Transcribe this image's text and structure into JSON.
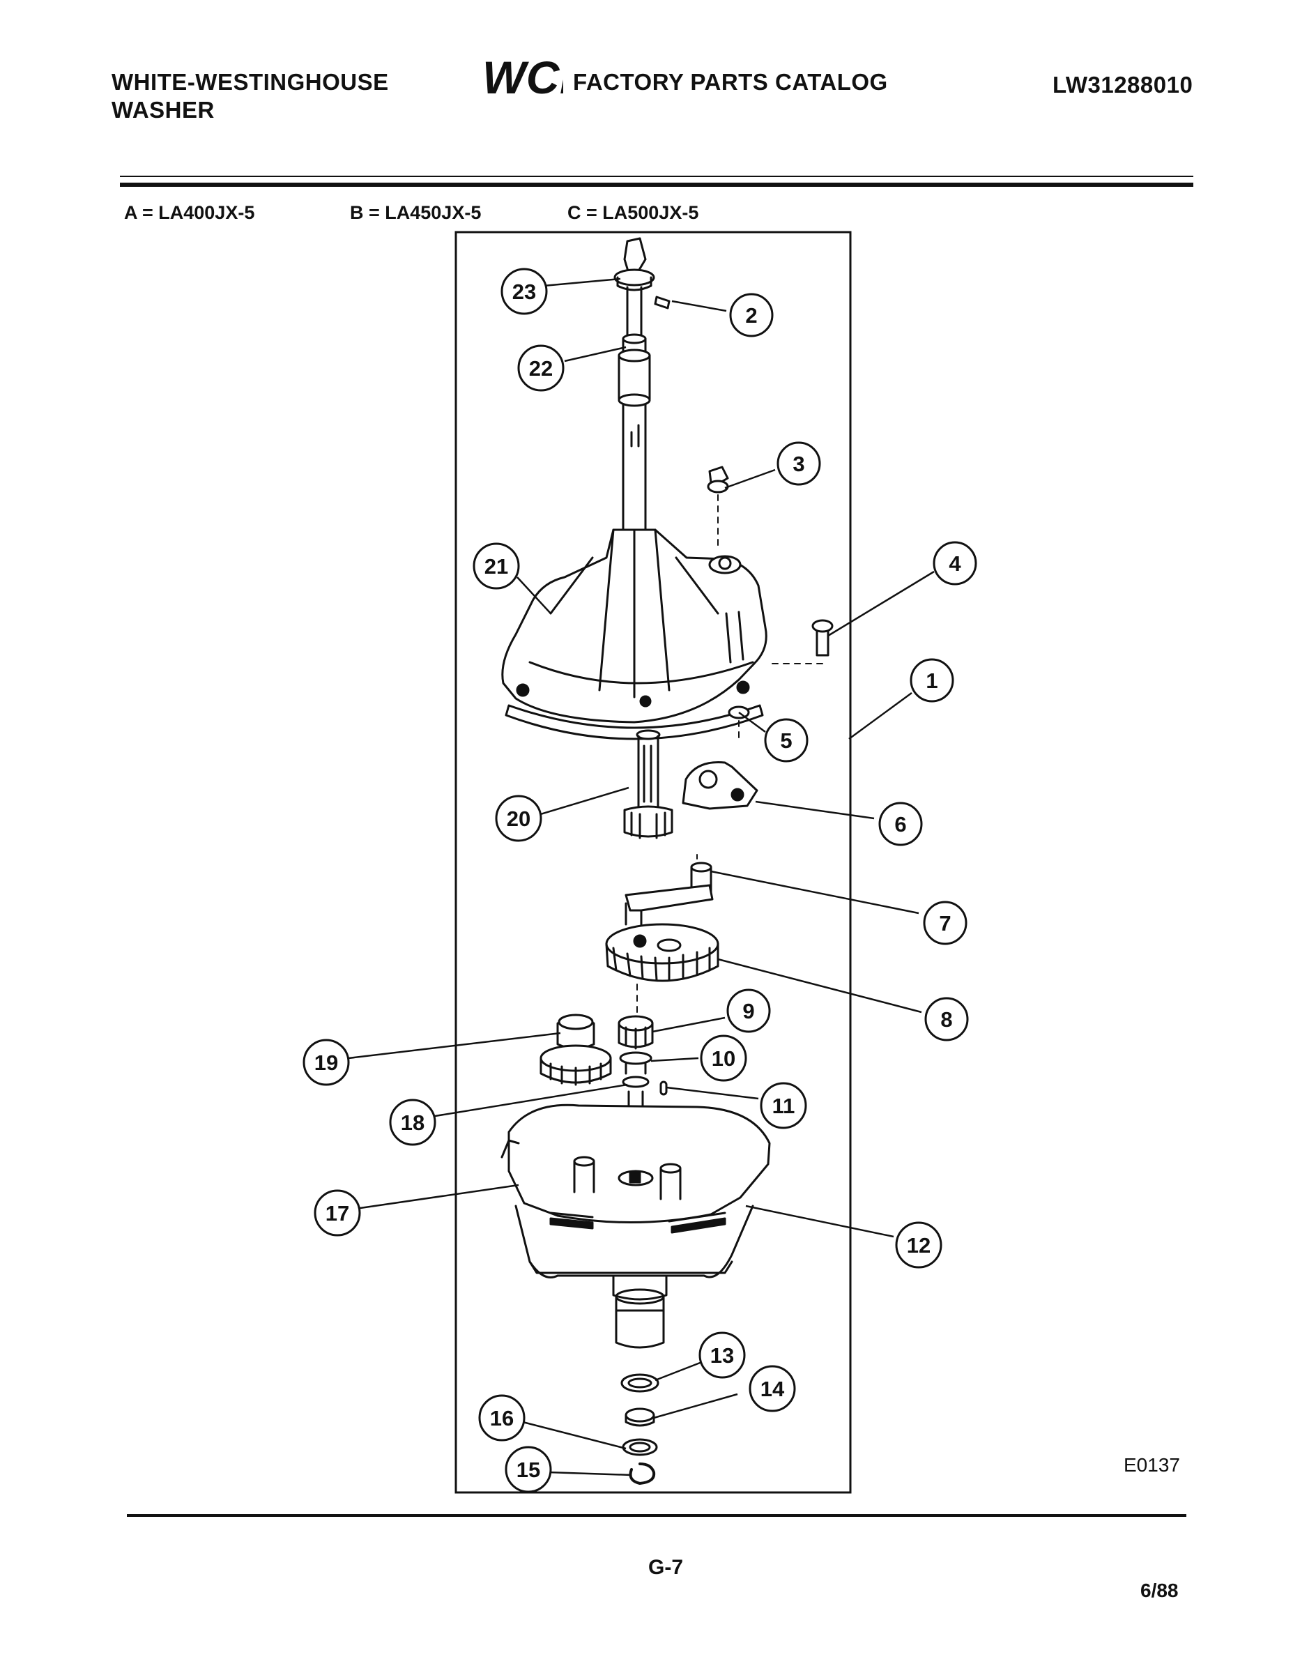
{
  "header": {
    "brand_line1": "WHITE-WESTINGHOUSE",
    "brand_line2": "WASHER",
    "logo_text": "WCI",
    "catalog_title": "FACTORY PARTS CATALOG",
    "catalog_number": "LW31288010"
  },
  "models": {
    "a": "A = LA400JX-5",
    "b": "B = LA450JX-5",
    "c": "C = LA500JX-5"
  },
  "callouts": [
    {
      "label": "1",
      "part_number": 1
    },
    {
      "label": "2",
      "part_number": 2
    },
    {
      "label": "3",
      "part_number": 3
    },
    {
      "label": "4",
      "part_number": 4
    },
    {
      "label": "5",
      "part_number": 5
    },
    {
      "label": "6",
      "part_number": 6
    },
    {
      "label": "7",
      "part_number": 7
    },
    {
      "label": "8",
      "part_number": 8
    },
    {
      "label": "9",
      "part_number": 9
    },
    {
      "label": "10",
      "part_number": 10
    },
    {
      "label": "11",
      "part_number": 11
    },
    {
      "label": "12",
      "part_number": 12
    },
    {
      "label": "13",
      "part_number": 13
    },
    {
      "label": "14",
      "part_number": 14
    },
    {
      "label": "15",
      "part_number": 15
    },
    {
      "label": "16",
      "part_number": 16
    },
    {
      "label": "17",
      "part_number": 17
    },
    {
      "label": "18",
      "part_number": 18
    },
    {
      "label": "19",
      "part_number": 19
    },
    {
      "label": "20",
      "part_number": 20
    },
    {
      "label": "21",
      "part_number": 21
    },
    {
      "label": "22",
      "part_number": 22
    },
    {
      "label": "23",
      "part_number": 23
    }
  ],
  "footer": {
    "figure_code": "E0137",
    "page_number": "G-7",
    "date": "6/88"
  }
}
